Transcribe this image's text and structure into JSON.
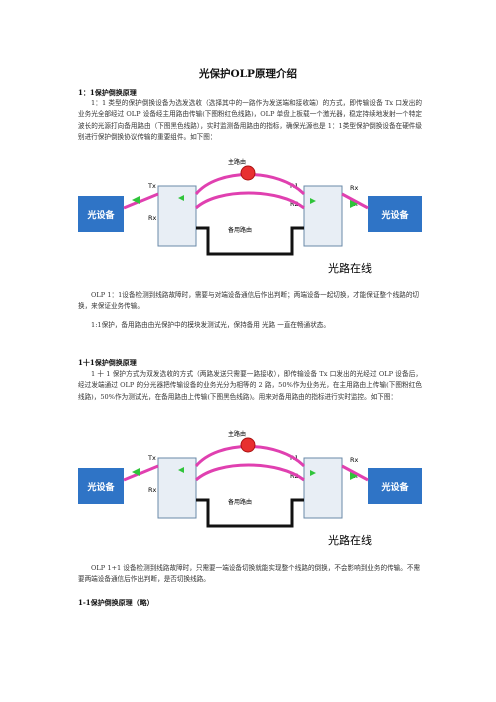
{
  "doc": {
    "title": "光保护OLP原理介绍",
    "sec1": {
      "heading": "1：1保护倒换原理",
      "body": "1：1 类型的保护倒换设备为选发选收（选择其中的一路作为发送端和接收端）的方式，即传输设备 Tx 口发出的业务光全部经过 OLP 设备经主用路由传输(下图粉红色线路)，OLP 单盘上板载一个激光器，稳定持续地发射一个特定波长的光源打向备用路由（下图黑色线路），实时监测备用路由的指标，确保光源也是 1：1类型保护倒换设备在硬件级别进行保护倒换协议传输的重要组件。如下图：",
      "caption1": "OLP 1：1设备检测到线路故障时，需要与对端设备通信后作出判断；两端设备一起切换，才能保证整个线路的切换，来保证业务传输。",
      "caption2": "1:1保护，备用路由由光保护中的模块发测试光，保持备用  光路 一直在畅通状态。"
    },
    "sec2": {
      "heading": "1十1保护倒换原理",
      "body": "1 十 1 保护方式为双发选收的方式（两路发送只需要一路接收），即传输设备 Tx 口发出的光经过 OLP 设备后，经过发端通过 OLP 的分光器把传输设备的业务光分为相等的 2 路，50%作为业务光，在主用路由上传输(下图粉红色线路)，50%作为测试光，在备用路由上传输(下图黑色线路)。用来对备用路由的指标进行实时监控。如下图：",
      "caption1": "OLP 1+1 设备检测到线路故障时，只需要一端设备切换就能实现整个线路的倒换，不会影响到业务的传输。不需要两端设备通信后作出判断，是否切换线路。"
    },
    "sec3": {
      "heading": "1-1保护倒换原理（略）"
    }
  },
  "diagram": {
    "left_device": "光设备",
    "right_device": "光设备",
    "tx": "Tx",
    "rx": "Rx",
    "r1": "R1",
    "r2": "R2",
    "main_route": "主路由",
    "backup_route": "备用路由",
    "caption": "光路在线",
    "colors": {
      "device": "#2f74c6",
      "main_line": "#e040b0",
      "backup_line": "#111111",
      "arrow": "#2fc43a",
      "box": "#e8eef5"
    }
  }
}
